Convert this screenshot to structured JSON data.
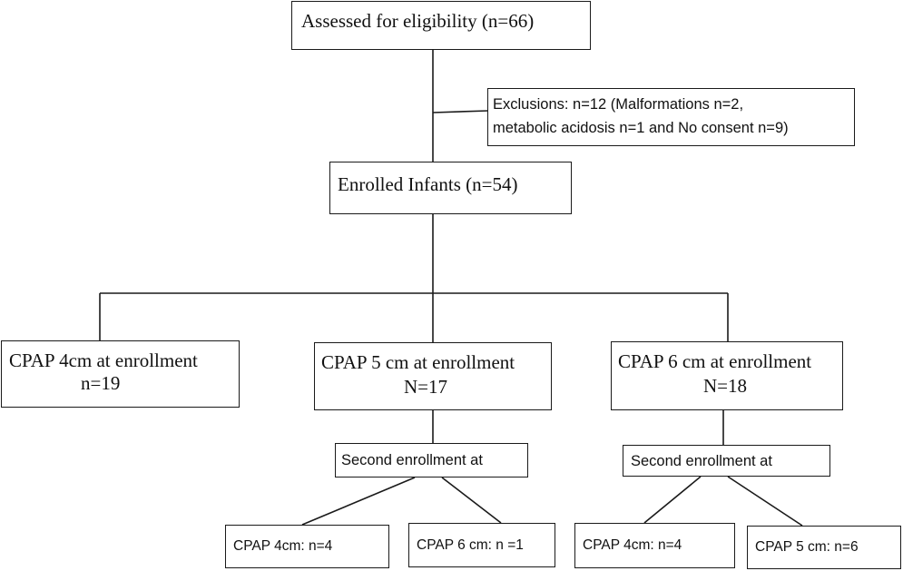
{
  "assessed": {
    "text": "Assessed for eligibility (n=66)"
  },
  "exclusions": {
    "line1": "Exclusions:  n=12 (Malformations n=2,",
    "line2": "metabolic acidosis n=1 and No consent n=9)"
  },
  "enrolled": {
    "text": "Enrolled Infants (n=54)"
  },
  "groups": [
    {
      "title": "CPAP 4cm at enrollment",
      "count": "n=19"
    },
    {
      "title": "CPAP 5 cm at enrollment",
      "count": "N=17",
      "second_enrollment": "Second enrollment at",
      "outcomes": [
        "CPAP 4cm:  n=4",
        "CPAP 6 cm: n =1"
      ]
    },
    {
      "title": "CPAP 6 cm at enrollment",
      "count": "N=18",
      "second_enrollment": "Second enrollment at",
      "outcomes": [
        "CPAP 4cm:  n=4",
        "CPAP 5 cm: n=6"
      ]
    }
  ]
}
